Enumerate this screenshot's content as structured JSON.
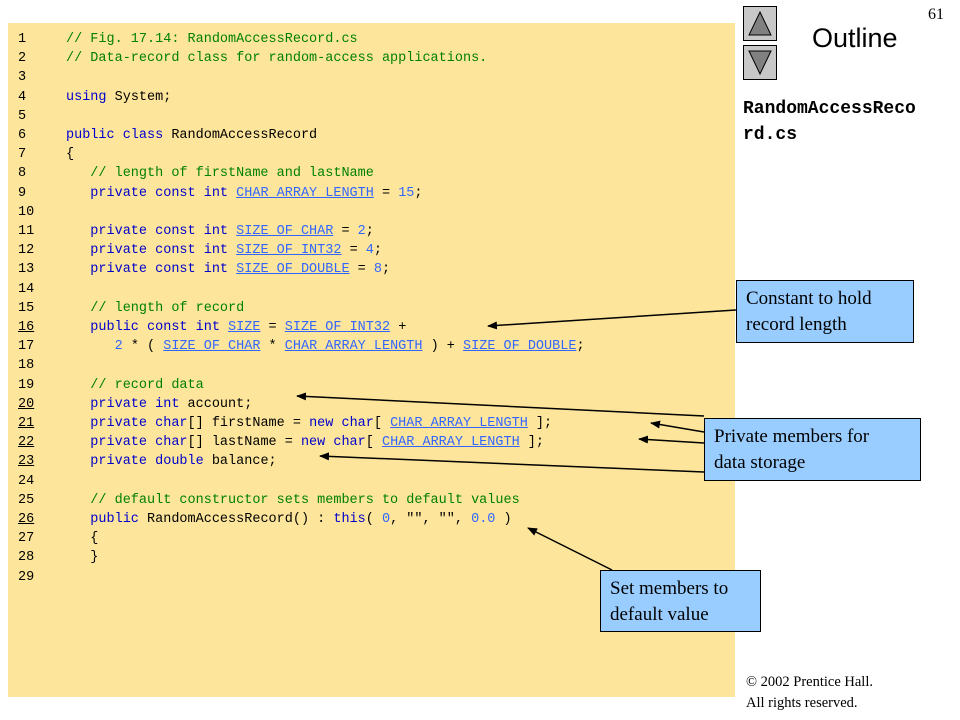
{
  "page_number": "61",
  "outline_title": "Outline",
  "navigation": {
    "up_icon": "up-triangle-icon",
    "down_icon": "down-triangle-icon"
  },
  "filename": "RandomAccessReco rd.cs",
  "filename_lines": [
    "RandomAccessReco",
    "rd.cs"
  ],
  "code_lines": [
    {
      "n": "1",
      "u": false,
      "tokens": [
        [
          "cm",
          "// Fig. 17.14: RandomAccessRecord.cs"
        ]
      ]
    },
    {
      "n": "2",
      "u": false,
      "tokens": [
        [
          "cm",
          "// Data-record class for random-access applications."
        ]
      ]
    },
    {
      "n": "3",
      "u": false,
      "tokens": []
    },
    {
      "n": "4",
      "u": false,
      "tokens": [
        [
          "kw",
          "using"
        ],
        [
          "id",
          " System;"
        ]
      ]
    },
    {
      "n": "5",
      "u": false,
      "tokens": []
    },
    {
      "n": "6",
      "u": false,
      "tokens": [
        [
          "kw",
          "public class"
        ],
        [
          "id",
          " RandomAccessRecord"
        ]
      ]
    },
    {
      "n": "7",
      "u": false,
      "tokens": [
        [
          "id",
          "{"
        ]
      ]
    },
    {
      "n": "8",
      "u": false,
      "tokens": [
        [
          "cm",
          "   // length of firstName and lastName"
        ]
      ]
    },
    {
      "n": "9",
      "u": false,
      "tokens": [
        [
          "kw",
          "   private const int"
        ],
        [
          "id",
          " "
        ],
        [
          "cn",
          "CHAR_ARRAY_LENGTH"
        ],
        [
          "id",
          " = "
        ],
        [
          "nm",
          "15"
        ],
        [
          "id",
          ";"
        ]
      ]
    },
    {
      "n": "10",
      "u": false,
      "tokens": []
    },
    {
      "n": "11",
      "u": false,
      "tokens": [
        [
          "kw",
          "   private const int"
        ],
        [
          "id",
          " "
        ],
        [
          "cn",
          "SIZE_OF_CHAR"
        ],
        [
          "id",
          " = "
        ],
        [
          "nm",
          "2"
        ],
        [
          "id",
          ";"
        ]
      ]
    },
    {
      "n": "12",
      "u": false,
      "tokens": [
        [
          "kw",
          "   private const int"
        ],
        [
          "id",
          " "
        ],
        [
          "cn",
          "SIZE_OF_INT32"
        ],
        [
          "id",
          " = "
        ],
        [
          "nm",
          "4"
        ],
        [
          "id",
          ";"
        ]
      ]
    },
    {
      "n": "13",
      "u": false,
      "tokens": [
        [
          "kw",
          "   private const int"
        ],
        [
          "id",
          " "
        ],
        [
          "cn",
          "SIZE_OF_DOUBLE"
        ],
        [
          "id",
          " = "
        ],
        [
          "nm",
          "8"
        ],
        [
          "id",
          ";"
        ]
      ]
    },
    {
      "n": "14",
      "u": false,
      "tokens": []
    },
    {
      "n": "15",
      "u": false,
      "tokens": [
        [
          "cm",
          "   // length of record"
        ]
      ]
    },
    {
      "n": "16",
      "u": true,
      "tokens": [
        [
          "kw",
          "   public const int"
        ],
        [
          "id",
          " "
        ],
        [
          "cn",
          "SIZE"
        ],
        [
          "id",
          " = "
        ],
        [
          "cn",
          "SIZE_OF_INT32"
        ],
        [
          "id",
          " +"
        ]
      ]
    },
    {
      "n": "17",
      "u": false,
      "tokens": [
        [
          "id",
          "      "
        ],
        [
          "nm",
          "2"
        ],
        [
          "id",
          " * ( "
        ],
        [
          "cn",
          "SIZE_OF_CHAR"
        ],
        [
          "id",
          " * "
        ],
        [
          "cn",
          "CHAR_ARRAY_LENGTH"
        ],
        [
          "id",
          " ) + "
        ],
        [
          "cn",
          "SIZE_OF_DOUBLE"
        ],
        [
          "id",
          ";"
        ]
      ]
    },
    {
      "n": "18",
      "u": false,
      "tokens": []
    },
    {
      "n": "19",
      "u": false,
      "tokens": [
        [
          "cm",
          "   // record data"
        ]
      ]
    },
    {
      "n": "20",
      "u": true,
      "tokens": [
        [
          "kw",
          "   private int"
        ],
        [
          "id",
          " account;"
        ]
      ]
    },
    {
      "n": "21",
      "u": true,
      "tokens": [
        [
          "kw",
          "   private char"
        ],
        [
          "id",
          "[] firstName = "
        ],
        [
          "kw",
          "new char"
        ],
        [
          "id",
          "[ "
        ],
        [
          "cn",
          "CHAR_ARRAY_LENGTH"
        ],
        [
          "id",
          " ];"
        ]
      ]
    },
    {
      "n": "22",
      "u": true,
      "tokens": [
        [
          "kw",
          "   private char"
        ],
        [
          "id",
          "[] lastName = "
        ],
        [
          "kw",
          "new char"
        ],
        [
          "id",
          "[ "
        ],
        [
          "cn",
          "CHAR_ARRAY_LENGTH"
        ],
        [
          "id",
          " ];"
        ]
      ]
    },
    {
      "n": "23",
      "u": true,
      "tokens": [
        [
          "kw",
          "   private double"
        ],
        [
          "id",
          " balance;"
        ]
      ]
    },
    {
      "n": "24",
      "u": false,
      "tokens": []
    },
    {
      "n": "25",
      "u": false,
      "tokens": [
        [
          "cm",
          "   // default constructor sets members to default values"
        ]
      ]
    },
    {
      "n": "26",
      "u": true,
      "tokens": [
        [
          "kw",
          "   public"
        ],
        [
          "id",
          " RandomAccessRecord() : "
        ],
        [
          "kw",
          "this"
        ],
        [
          "id",
          "( "
        ],
        [
          "nm",
          "0"
        ],
        [
          "id",
          ", \"\", \"\", "
        ],
        [
          "nm",
          "0.0"
        ],
        [
          "id",
          " )"
        ]
      ]
    },
    {
      "n": "27",
      "u": false,
      "tokens": [
        [
          "id",
          "   {"
        ]
      ]
    },
    {
      "n": "28",
      "u": false,
      "tokens": [
        [
          "id",
          "   }"
        ]
      ]
    },
    {
      "n": "29",
      "u": false,
      "tokens": []
    }
  ],
  "callouts": {
    "record_length": {
      "line1": "Constant to hold",
      "line2": "record length"
    },
    "private_members": {
      "line1": "Private members for",
      "line2": "data storage"
    },
    "default_value": {
      "line1": "Set members to",
      "line2": "default value"
    }
  },
  "copyright": {
    "line1": "© 2002 Prentice Hall.",
    "line2": "All rights reserved."
  },
  "colors": {
    "code_bg": "#fde69b",
    "callout_bg": "#99ccff",
    "keyword": "#0000cc",
    "comment": "#008000",
    "constant": "#3366ff"
  }
}
